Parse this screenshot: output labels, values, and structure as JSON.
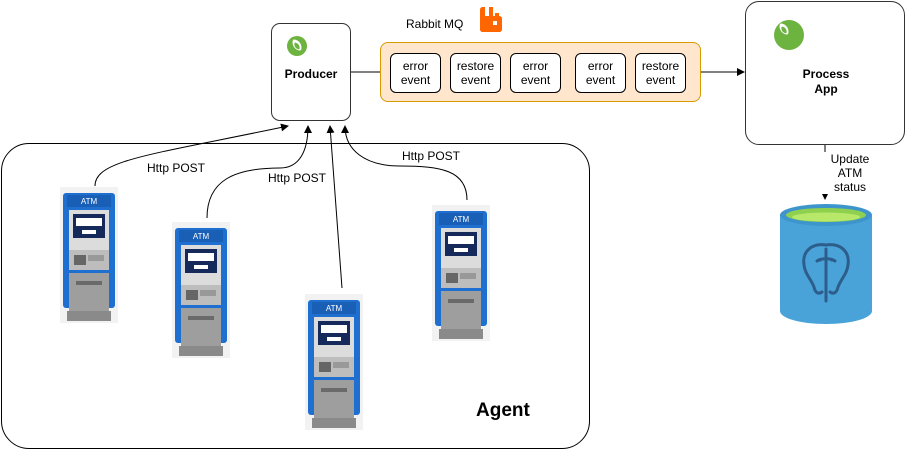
{
  "producer": {
    "title": "Producer"
  },
  "process_app": {
    "title_line1": "Process",
    "title_line2": "App"
  },
  "rabbitmq": {
    "label": "Rabbit MQ"
  },
  "queue": {
    "messages": [
      {
        "line1": "error",
        "line2": "event"
      },
      {
        "line1": "restore",
        "line2": "event"
      },
      {
        "line1": "error",
        "line2": "event"
      },
      {
        "line1": "error",
        "line2": "event"
      },
      {
        "line1": "restore",
        "line2": "event"
      }
    ]
  },
  "db_arrow": {
    "line1": "Update",
    "line2": "ATM",
    "line3": "status"
  },
  "edges": {
    "post1": "Http POST",
    "post2": "Http POST",
    "post3": "Http POST"
  },
  "agent": {
    "title": "Agent"
  },
  "atm": {
    "sign": "ATM"
  },
  "colors": {
    "queue_fill": "#ffe6cc",
    "queue_border": "#d79b00",
    "spring_green": "#6db33f",
    "rabbit_orange": "#ff6600",
    "atm_blue": "#1e6fd0",
    "db_blue": "#4aa3d8"
  }
}
